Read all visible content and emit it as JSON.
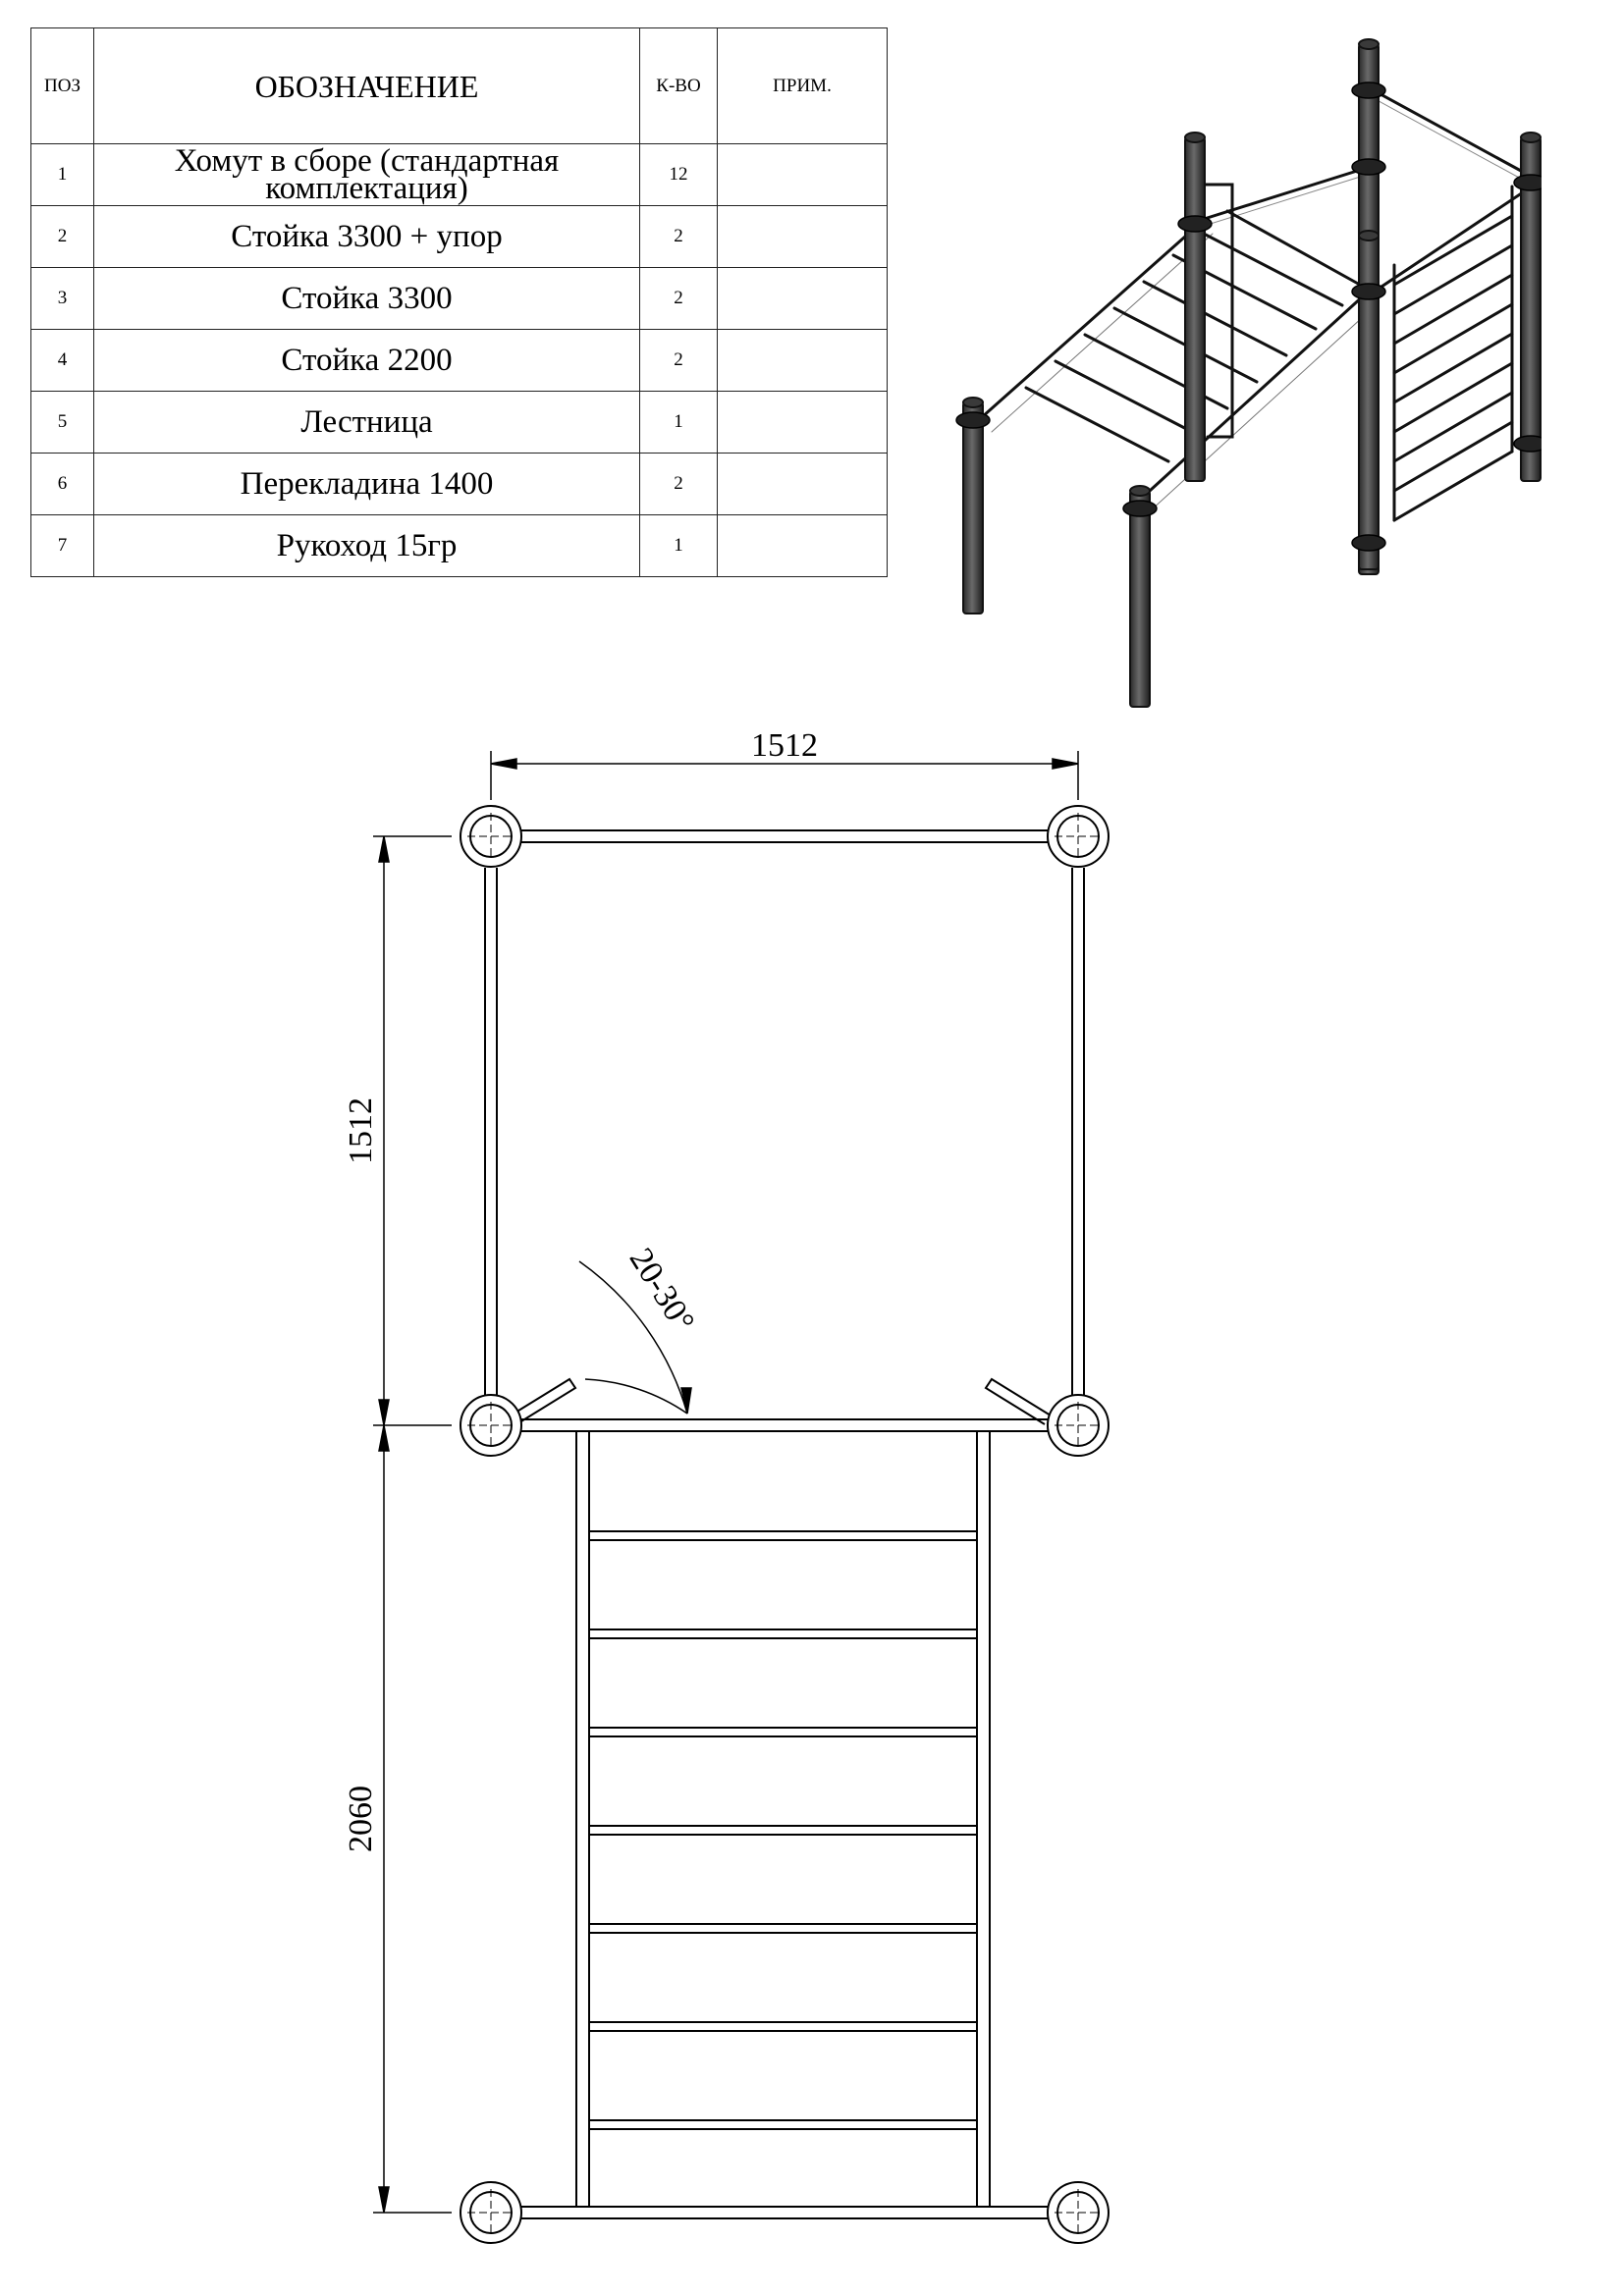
{
  "table": {
    "headers": {
      "pos": "ПОЗ",
      "name": "ОБОЗНАЧЕНИЕ",
      "qty": "К-ВО",
      "note": "ПРИМ."
    },
    "rows": [
      {
        "pos": "1",
        "name": "Хомут в сборе (стандартная комплектация)",
        "qty": "12",
        "note": ""
      },
      {
        "pos": "2",
        "name": "Стойка 3300 + упор",
        "qty": "2",
        "note": ""
      },
      {
        "pos": "3",
        "name": "Стойка 3300",
        "qty": "2",
        "note": ""
      },
      {
        "pos": "4",
        "name": "Стойка 2200",
        "qty": "2",
        "note": ""
      },
      {
        "pos": "5",
        "name": "Лестница",
        "qty": "1",
        "note": ""
      },
      {
        "pos": "6",
        "name": "Перекладина 1400",
        "qty": "2",
        "note": ""
      },
      {
        "pos": "7",
        "name": "Рукоход 15гр",
        "qty": "1",
        "note": ""
      }
    ]
  },
  "plan": {
    "dim_width": "1512",
    "dim_depth": "1512",
    "dim_ladder": "2060",
    "angle": "20-30°",
    "ladder_rungs": 7
  }
}
